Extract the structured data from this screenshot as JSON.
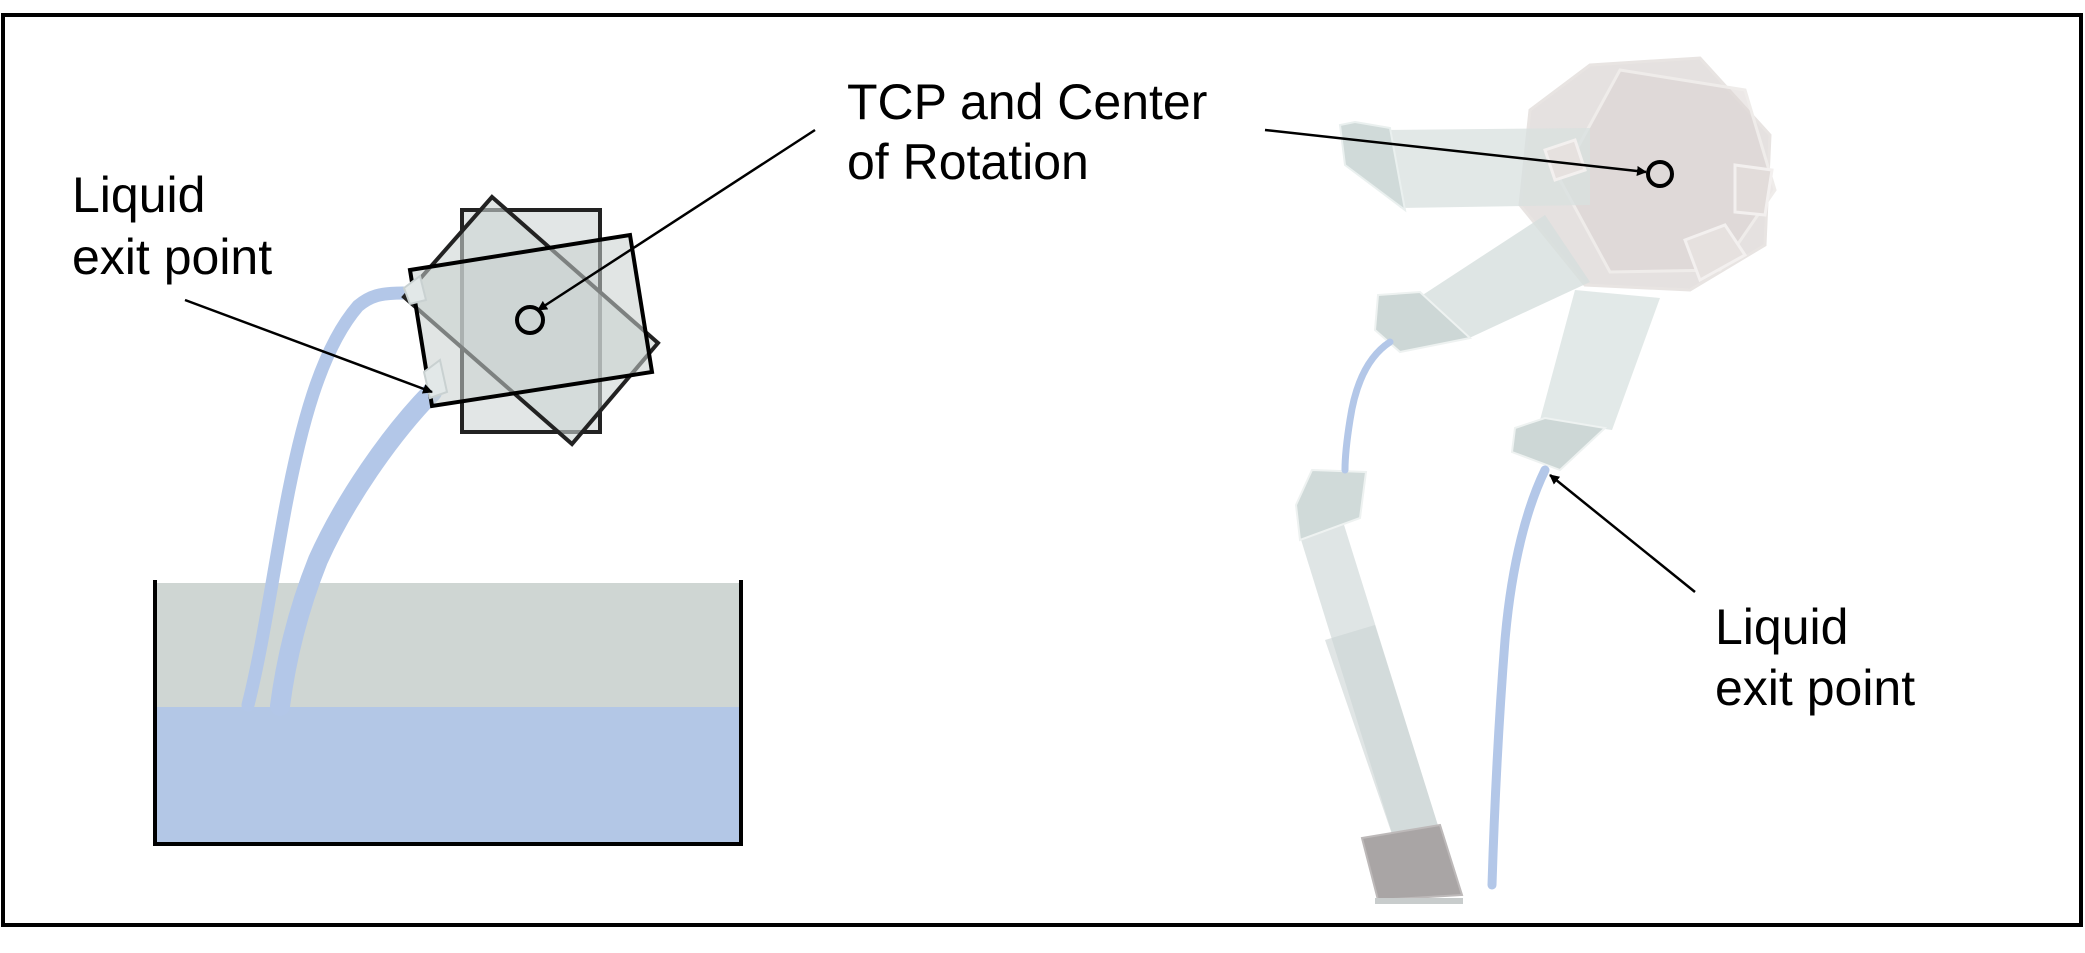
{
  "labels": {
    "tcp_line1": "TCP and Center",
    "tcp_line2": "of Rotation",
    "left_exit_line1": "Liquid",
    "left_exit_line2": "exit point",
    "right_exit_line1": "Liquid",
    "right_exit_line2": "exit point"
  },
  "colors": {
    "liquid": "#b3c7e6",
    "stream": "#b3c7e8",
    "container_gray": "#cfd6d3",
    "nozzle_gray": "#d5dcdc",
    "frame": "#000000"
  },
  "icons": {
    "tcp_marker": "circle-marker",
    "arrowhead": "filled-triangle-arrow"
  }
}
